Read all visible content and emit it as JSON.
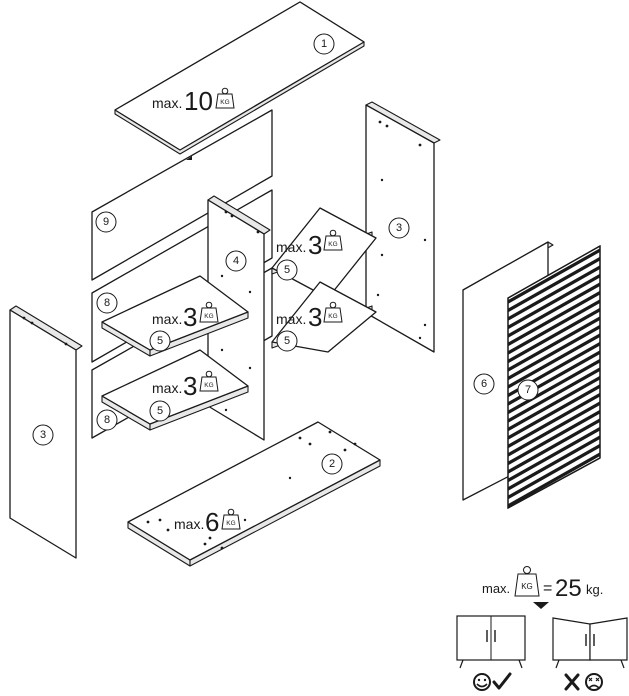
{
  "parts": {
    "p1": "1",
    "p2": "2",
    "p3a": "3",
    "p3b": "3",
    "p4": "4",
    "p5a": "5",
    "p5b": "5",
    "p5c": "5",
    "p5d": "5",
    "p6": "6",
    "p7": "7",
    "p8a": "8",
    "p8b": "8",
    "p9": "9"
  },
  "loads": {
    "max_prefix": "max.",
    "kg_label": "KG",
    "top": "10",
    "bottom": "6",
    "shelf_upper_left": "3",
    "shelf_lower_left": "3",
    "shelf_upper_right": "3",
    "shelf_lower_right": "3"
  },
  "legend": {
    "prefix": "max.",
    "kg_label": "KG",
    "equals": "=",
    "total": "25",
    "unit": "kg."
  },
  "icons": {
    "ok": "smiley-check",
    "not_ok": "cross-frown"
  }
}
